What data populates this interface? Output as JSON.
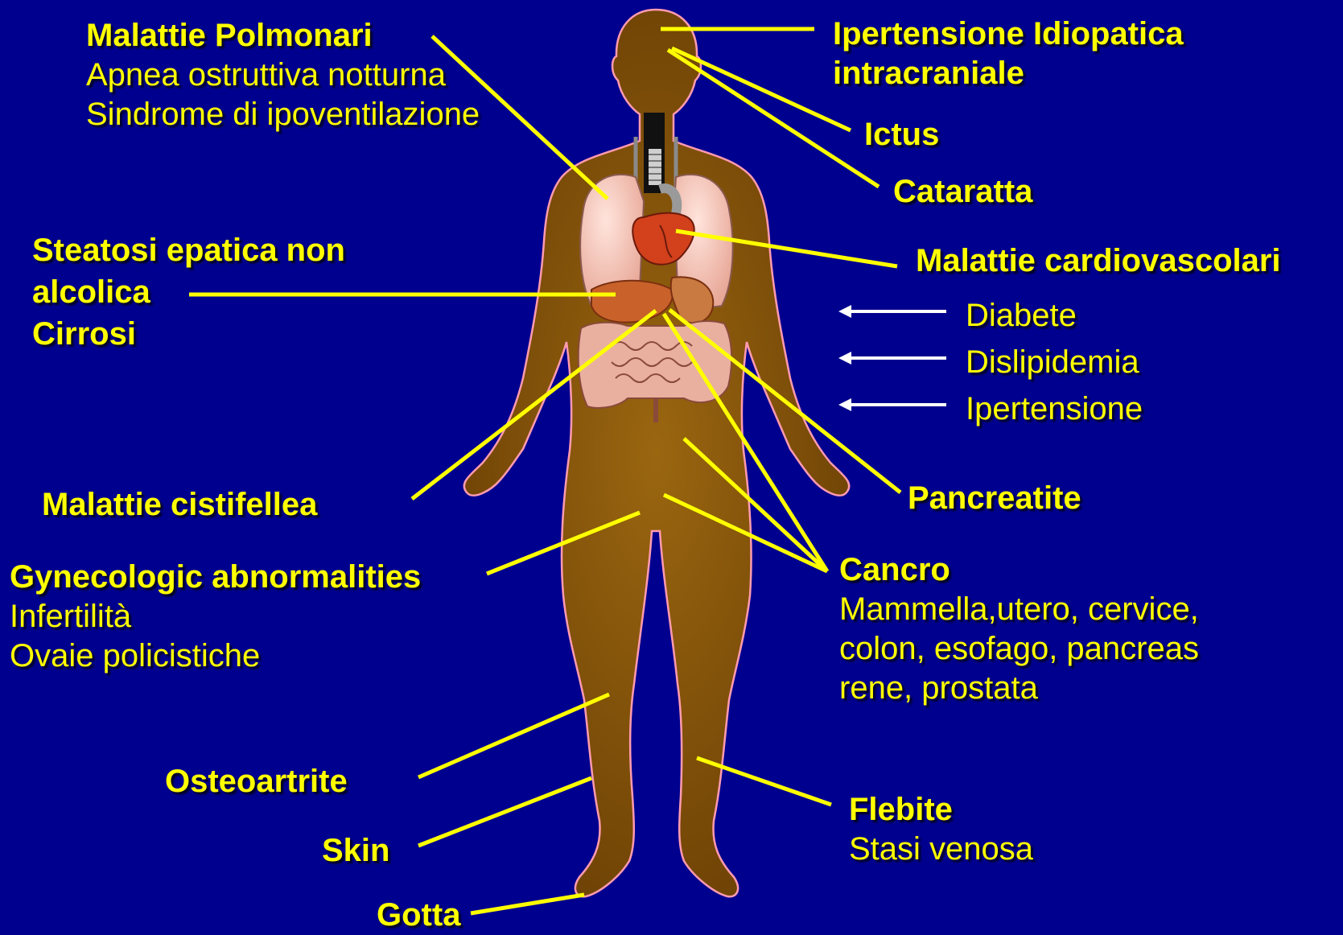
{
  "colors": {
    "background": "#00008e",
    "body_fill": "#7a4a05",
    "body_outline": "#ff9bb0",
    "label_text": "#ffff00",
    "pointer_line": "#ffff00",
    "arrow": "#ffffff"
  },
  "labels": {
    "pulmonary": {
      "title": "Malattie Polmonari",
      "items": [
        "Apnea ostruttiva notturna",
        "Sindrome di ipoventilazione"
      ]
    },
    "iih": {
      "title_line1": "Ipertensione Idiopatica",
      "title_line2": "intracraniale"
    },
    "stroke": {
      "title": "Ictus"
    },
    "cataract": {
      "title": "Cataratta"
    },
    "nafld": {
      "title_line1": "Steatosi epatica non",
      "title_line2": "alcolica",
      "title_line3": "Cirrosi"
    },
    "cardio": {
      "title": "Malattie cardiovascolari",
      "items": [
        "Diabete",
        "Dislipidemia",
        "Ipertensione"
      ]
    },
    "gallbladder": {
      "title": "Malattie cistifellea"
    },
    "pancreatitis": {
      "title": "Pancreatite"
    },
    "gyneco": {
      "title": "Gynecologic abnormalities",
      "items": [
        "Infertilità",
        "Ovaie policistiche"
      ]
    },
    "cancer": {
      "title": "Cancro",
      "items": [
        "Mammella,utero, cervice,",
        "colon, esofago, pancreas",
        "rene, prostata"
      ]
    },
    "osteo": {
      "title": "Osteoartrite"
    },
    "skin": {
      "title": "Skin"
    },
    "phlebitis": {
      "title": "Flebite",
      "items": [
        "Stasi venosa"
      ]
    },
    "gout": {
      "title": "Gotta"
    }
  }
}
